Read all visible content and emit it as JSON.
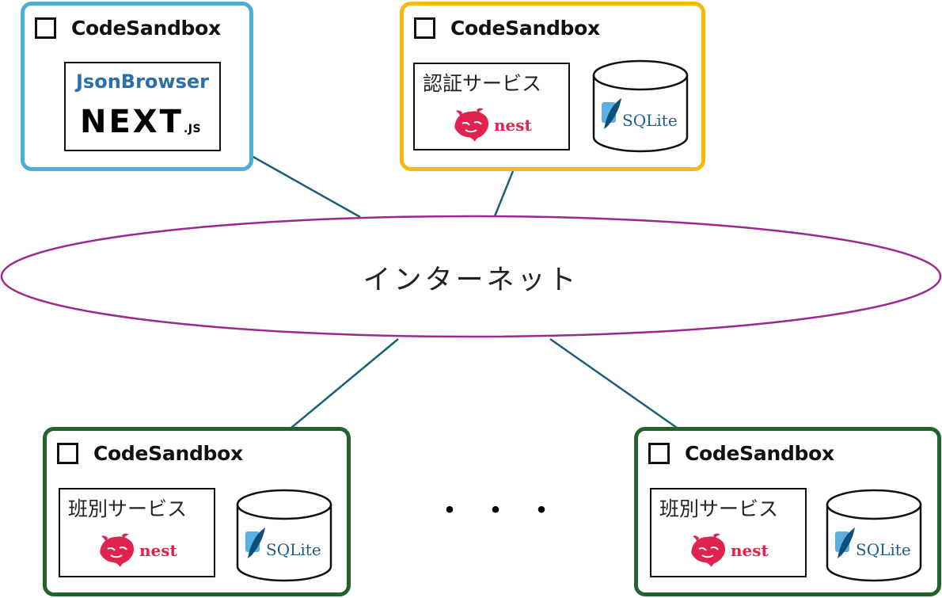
{
  "network": {
    "label": "インターネット"
  },
  "groups": {
    "frontend": {
      "header": "CodeSandbox",
      "app_title": "JsonBrowser",
      "logo_main": "NEXT",
      "logo_suffix": ".JS"
    },
    "auth": {
      "header": "CodeSandbox",
      "service": "認証サービス",
      "framework": "nest",
      "database": "SQLite"
    },
    "class1": {
      "header": "CodeSandbox",
      "service": "班別サービス",
      "framework": "nest",
      "database": "SQLite"
    },
    "class2": {
      "header": "CodeSandbox",
      "service": "班別サービス",
      "framework": "nest",
      "database": "SQLite"
    }
  },
  "ellipsis": "・・・",
  "colors": {
    "frontend_border": "#4aaed9",
    "auth_border": "#f5b90a",
    "service_border": "#23622d",
    "network_outline": "#9b2a8f",
    "link_line": "#1a5f7a",
    "nest_red": "#e0234e",
    "sqlite_blue": "#1a5f8c"
  },
  "icons": [
    "checkbox-icon",
    "nestjs-cat-icon",
    "sqlite-feather-icon",
    "database-cylinder-icon"
  ]
}
